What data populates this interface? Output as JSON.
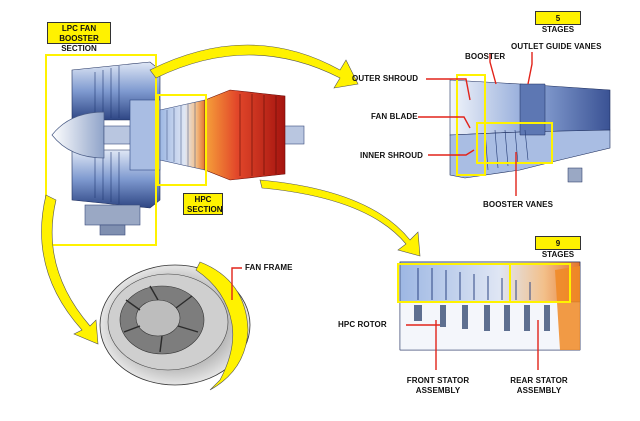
{
  "labels": {
    "lpc_section": "LPC FAN BOOSTER SECTION",
    "hpc_section": "HPC SECTION",
    "five_stages": "5 STAGES",
    "nine_stages": "9 STAGES",
    "outer_shroud": "OUTER SHROUD",
    "booster": "BOOSTER",
    "outlet_guide_vanes": "OUTLET GUIDE VANES",
    "fan_blade": "FAN BLADE",
    "inner_shroud": "INNER SHROUD",
    "booster_vanes": "BOOSTER VANES",
    "fan_frame": "FAN FRAME",
    "hpc_rotor": "HPC ROTOR",
    "front_stator_assembly": "FRONT STATOR ASSEMBLY",
    "rear_stator_assembly": "REAR STATOR ASSEMBLY"
  },
  "colors": {
    "highlight_yellow": "#fff200",
    "callout_red": "#e2231a",
    "steel_blue": "#6f8fc8",
    "hot_red": "#d42a1e",
    "warm_orange": "#f08a24"
  }
}
